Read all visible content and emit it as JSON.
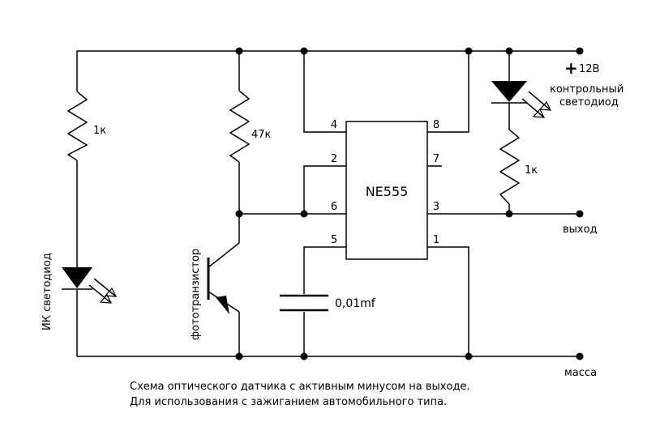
{
  "power": {
    "plus_sign": "+",
    "supply_label": "12В"
  },
  "components": {
    "r_ir": "1к",
    "r_photo": "47к",
    "r_led": "1к",
    "capacitor": "0,01mf",
    "chip": "NE555",
    "ir_led": "ИК светодиод",
    "phototransistor": "фототранзистор",
    "indicator_led": [
      "контрольный",
      "светодиод"
    ]
  },
  "pins": {
    "p1": "1",
    "p2": "2",
    "p3": "3",
    "p4": "4",
    "p5": "5",
    "p6": "6",
    "p7": "7",
    "p8": "8"
  },
  "terminals": {
    "output": "выход",
    "ground": "масса"
  },
  "caption": {
    "line1": "Схема оптического датчика с активным минусом на выходе.",
    "line2": "Для использования с зажиганием автомобильного типа."
  }
}
